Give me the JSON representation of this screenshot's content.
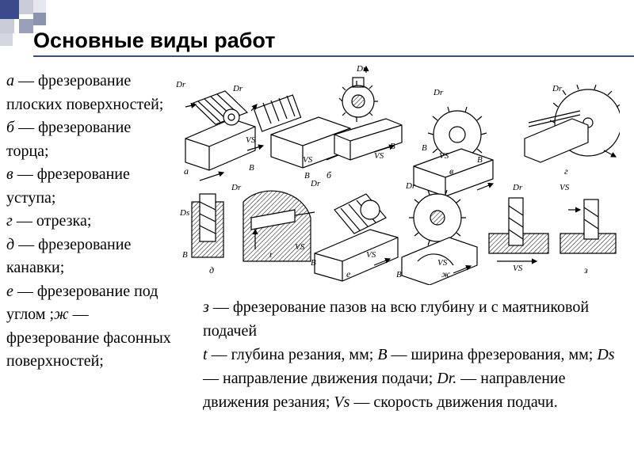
{
  "title": "Основные виды работ",
  "legend_left": [
    {
      "letter": "а",
      "text": " — фрезерование плоских поверхностей;"
    },
    {
      "letter": "б",
      "text": " — фрезерование торца;"
    },
    {
      "letter": "в",
      "text": " — фрезерование уступа;"
    },
    {
      "letter": "г",
      "text": " — отрезка;"
    },
    {
      "letter": "д",
      "text": " — фрезерование канавки;"
    },
    {
      "letter": "е",
      "text": " — фрезерование под углом ;"
    },
    {
      "letter": "ж",
      "text": " — фрезерование фасонных поверхностей;"
    }
  ],
  "legend_bottom": {
    "z_letter": "з",
    "z_text": " — фрезерование пазов на всю глубину и с маятниковой подачей",
    "t_letter": "t",
    "t_text": " — глубина резания, мм; ",
    "b_letter": "B",
    "b_text": " — ширина фрезерования, мм; ",
    "ds_letter": "Ds",
    "ds_text": " — направление движения подачи; ",
    "dr_letter": "Dr.",
    "dr_text": " — направление движения резания; ",
    "vs_letter": "Vs",
    "vs_text": " — скорость движения подачи."
  },
  "figure_labels": {
    "a": "а",
    "b": "б",
    "v": "в",
    "g": "г",
    "d": "д",
    "e": "е",
    "zh": "ж",
    "z": "з",
    "dr": "Dr",
    "ds": "Ds",
    "vs": "VS",
    "B": "B",
    "t": "t"
  },
  "colors": {
    "frame_blue": "#3a4a8a",
    "square_gray": "#b8b8c8"
  }
}
